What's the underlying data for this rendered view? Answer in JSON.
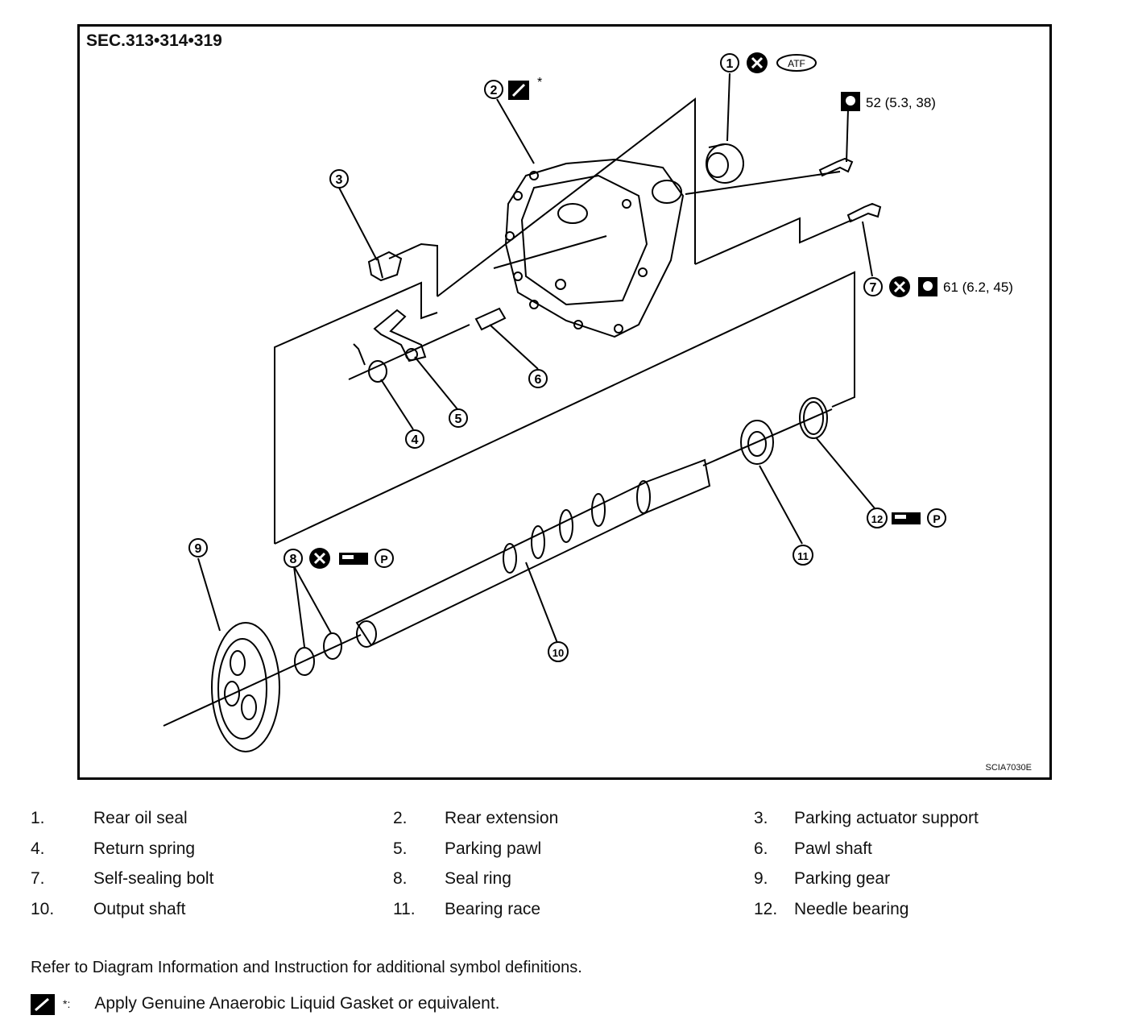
{
  "figure": {
    "section": "SEC.313•314•319",
    "figure_id": "SCIA7030E",
    "callouts": [
      "1",
      "2",
      "3",
      "4",
      "5",
      "6",
      "7",
      "8",
      "9",
      "10",
      "11",
      "12"
    ],
    "atf_label": "ATF",
    "p_label": "P",
    "asterisk": "*",
    "torque_1": "52 (5.3, 38)",
    "torque_2": "61 (6.2, 45)"
  },
  "legend": [
    {
      "num": "1.",
      "name": "Rear oil seal"
    },
    {
      "num": "2.",
      "name": "Rear extension"
    },
    {
      "num": "3.",
      "name": "Parking actuator support"
    },
    {
      "num": "4.",
      "name": "Return spring"
    },
    {
      "num": "5.",
      "name": "Parking pawl"
    },
    {
      "num": "6.",
      "name": "Pawl shaft"
    },
    {
      "num": "7.",
      "name": "Self-sealing bolt"
    },
    {
      "num": "8.",
      "name": "Seal ring"
    },
    {
      "num": "9.",
      "name": "Parking gear"
    },
    {
      "num": "10.",
      "name": "Output shaft"
    },
    {
      "num": "11.",
      "name": "Bearing race"
    },
    {
      "num": "12.",
      "name": "Needle bearing"
    }
  ],
  "notes": {
    "refer": "Refer to Diagram Information and Instruction for additional symbol definitions.",
    "gasket_marker": "*:",
    "gasket": "Apply Genuine Anaerobic Liquid Gasket or equivalent."
  },
  "icons": [
    "x-circle-icon",
    "atf-icon",
    "gasket-icon",
    "torque-wrench-icon",
    "grease-icon",
    "petroleum-jelly-icon"
  ]
}
